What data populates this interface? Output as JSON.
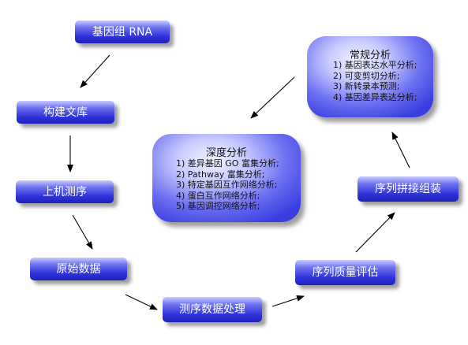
{
  "nodes": {
    "genome_rna": "基因组 RNA",
    "build_library": "构建文库",
    "sequencing": "上机测序",
    "raw_data": "原始数据",
    "data_processing": "测序数据处理",
    "quality_assessment": "序列质量评估",
    "sequence_assembly": "序列拼接组装"
  },
  "routine_analysis": {
    "title": "常规分析",
    "items": [
      "1)  基因表达水平分析;",
      "2)  可变剪切分析;",
      "3)  新转录本预测;",
      "4)  基因差异表达分析;"
    ]
  },
  "deep_analysis": {
    "title": "深度分析",
    "items": [
      "1)  差异基因 GO 富集分析;",
      "2) Pathway 富集分析;",
      "3)  特定基因互作网络分析;",
      "4)  蛋白互作网络分析;",
      "5)  基因调控网络分析;"
    ]
  }
}
